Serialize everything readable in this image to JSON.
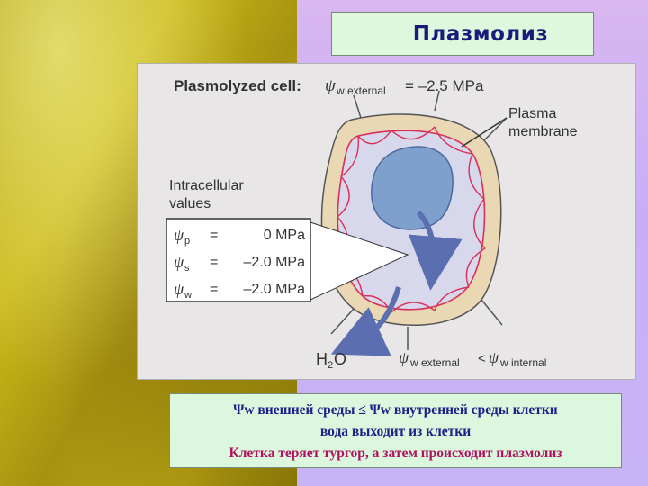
{
  "title": "Плазмолиз",
  "figure": {
    "heading_prefix": "Plasmolyzed cell:",
    "psi_symbol": "ψ",
    "heading_subscript": "w external",
    "heading_value": "= –2.5 MPa",
    "plasma_membrane_line1": "Plasma",
    "plasma_membrane_line2": "membrane",
    "intracellular_line1": "Intracellular",
    "intracellular_line2": "values",
    "values": [
      {
        "sub": "p",
        "eq": "=",
        "val": "0 MPa"
      },
      {
        "sub": "s",
        "eq": "=",
        "val": "–2.0 MPa"
      },
      {
        "sub": "w",
        "eq": "=",
        "val": "–2.0 MPa"
      }
    ],
    "water_label": "H",
    "water_sub": "2",
    "water_tail": "O",
    "compare_left_sub": "w external",
    "compare_op": "<",
    "compare_right_sub": "w internal",
    "colors": {
      "cell_wall": "#ead7b3",
      "cytoplasm": "#d8d8ec",
      "vacuole": "#7f9fcc",
      "membrane": "#d9305a",
      "arrow": "#5b6fb0"
    }
  },
  "caption": {
    "line1": "Ψw внешней среды  ≤  Ψw внутренней среды клетки",
    "line2": "вода выходит из клетки",
    "line3": "Клетка теряет тургор,  а затем происходит плазмолиз"
  }
}
